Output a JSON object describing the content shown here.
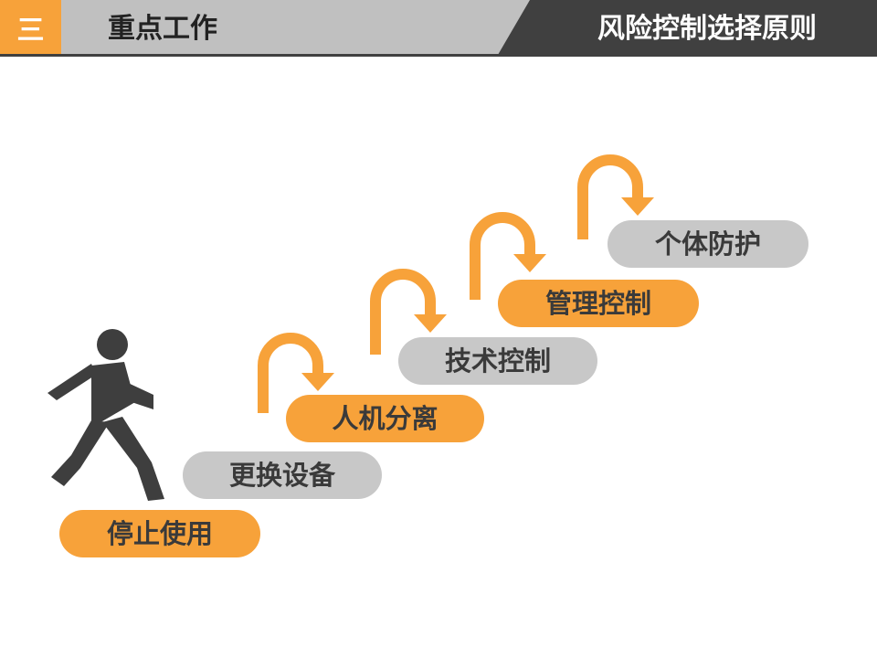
{
  "header": {
    "section_number": "三",
    "section_title": "重点工作",
    "page_title": "风险控制选择原则"
  },
  "colors": {
    "orange": "#F7A23A",
    "gray_pill": "#C8C8C8",
    "header_gray": "#C0C0C0",
    "header_dark": "#404040",
    "figure": "#3E3E3E"
  },
  "steps": [
    {
      "label": "停止使用",
      "style": "orange"
    },
    {
      "label": "更换设备",
      "style": "gray"
    },
    {
      "label": "人机分离",
      "style": "orange"
    },
    {
      "label": "技术控制",
      "style": "gray"
    },
    {
      "label": "管理控制",
      "style": "orange"
    },
    {
      "label": "个体防护",
      "style": "gray"
    }
  ]
}
